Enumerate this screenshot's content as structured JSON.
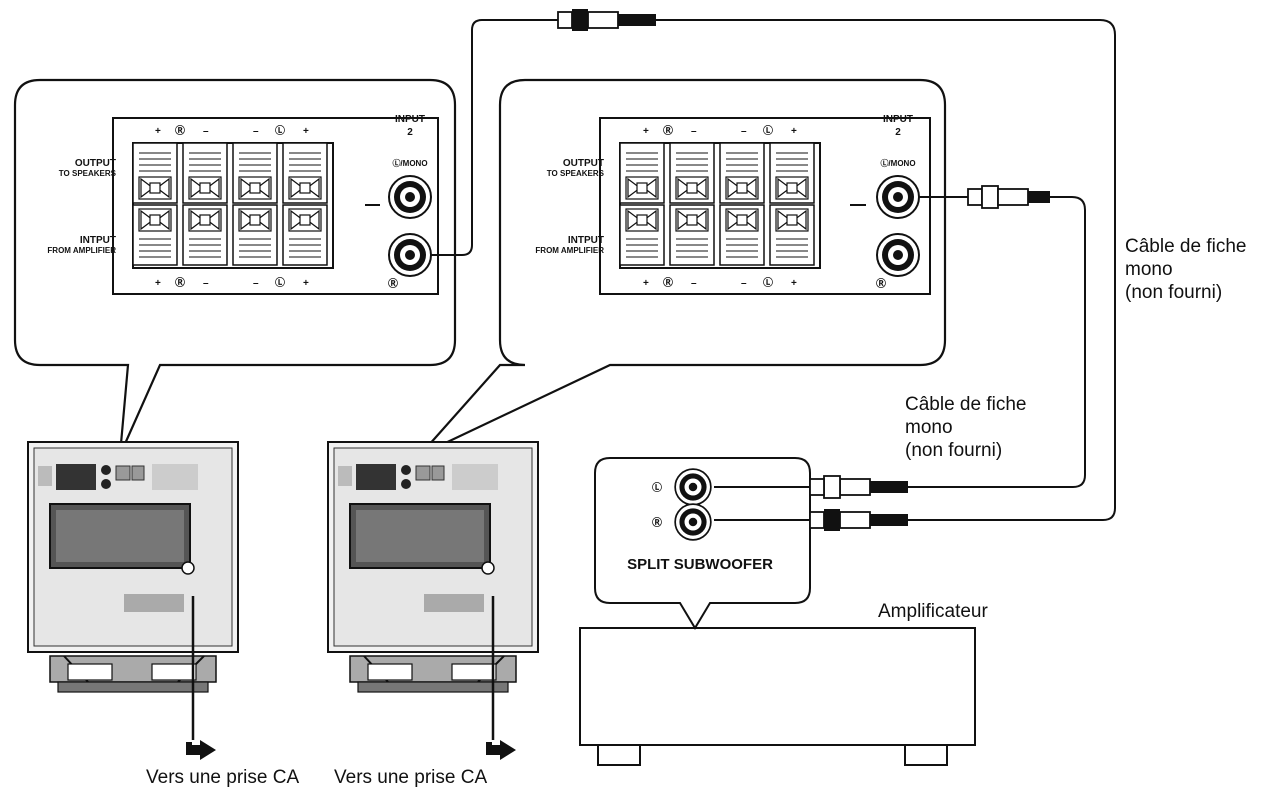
{
  "panel": {
    "output_label": "OUTPUT",
    "output_sub": "TO SPEAKERS",
    "input_label": "INTPUT",
    "input_sub": "FROM AMPLIFIER",
    "input2_label": "INPUT",
    "input2_number": "2",
    "l_mono": "Ⓛ/MONO",
    "r_mark": "Ⓡ",
    "l_mark": "Ⓛ",
    "plus": "+",
    "minus": "–"
  },
  "amp_panel": {
    "l_mark": "Ⓛ",
    "r_mark": "Ⓡ",
    "title": "SPLIT SUBWOOFER"
  },
  "labels": {
    "cable1_line1": "Câble de fiche",
    "cable1_line2": "mono",
    "cable1_line3": "(non fourni)",
    "cable2_line1": "Câble de fiche",
    "cable2_line2": "mono",
    "cable2_line3": "(non fourni)",
    "amplifier": "Amplificateur",
    "ac_outlet_1": "Vers une prise CA",
    "ac_outlet_2": "Vers une prise CA"
  }
}
